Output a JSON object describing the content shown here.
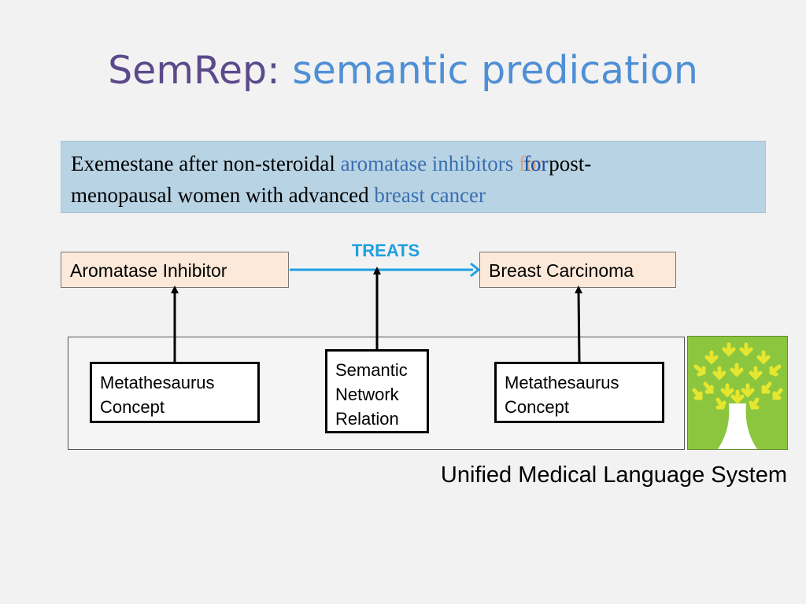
{
  "title": {
    "part1": "SemRep:",
    "part2": "semantic predication"
  },
  "sentence": {
    "t1": "Exemestane after non-steroidal",
    "t2": "aromatase inhibitors",
    "t3": "for",
    "t4": "post-",
    "t5": "menopausal women with advanced",
    "t6": "breast cancer"
  },
  "diagram": {
    "subject": "Aromatase Inhibitor",
    "object": "Breast Carcinoma",
    "relation": "TREATS",
    "subject_concept": "Metathesaurus\nConcept",
    "relation_source": "Semantic\nNetwork\nRelation",
    "object_concept": "Metathesaurus\nConcept",
    "umls_label": "Unified Medical Language System"
  },
  "colors": {
    "title_purple": "#5b4a8b",
    "title_blue": "#4f8fd6",
    "sentence_bg": "#b8d3e4",
    "highlight_blue": "#3a6fb0",
    "concept_bg": "#fde9d9",
    "relation_cyan": "#1fa0e0",
    "logo_green": "#8cc63f",
    "logo_yellow": "#e6e62e"
  },
  "icons": {
    "logo": "umls-tree-icon"
  }
}
